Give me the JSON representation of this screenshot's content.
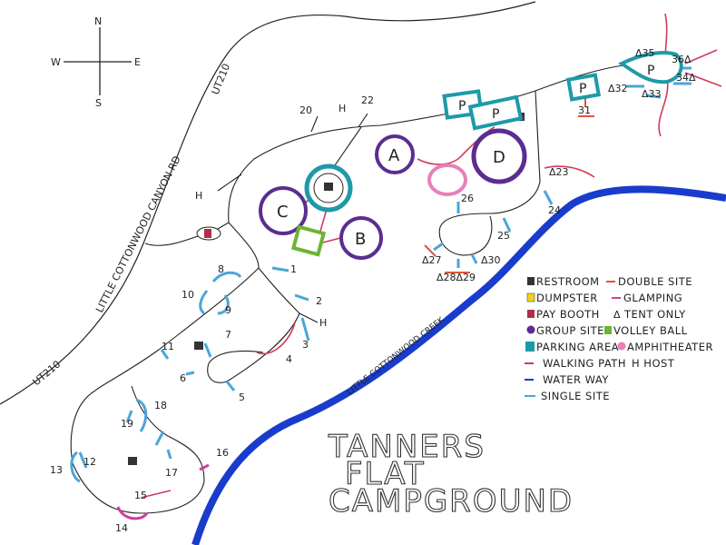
{
  "title": {
    "line1": "TANNERS",
    "line2": "FLAT",
    "line3": "CAMPGROUND"
  },
  "compass": {
    "n": "N",
    "s": "S",
    "e": "E",
    "w": "W"
  },
  "roads": {
    "ut210_bottom": "UT210",
    "ut210_top": "UT210",
    "canyon_rd": "LITTLE COTTONWOOD CANYON RD"
  },
  "creek": "LITTLE COTTONWOOD CREEK",
  "group_sites": [
    "A",
    "B",
    "C",
    "D"
  ],
  "parking_label": "P",
  "host_label": "H",
  "sites": [
    "1",
    "2",
    "3",
    "4",
    "5",
    "6",
    "7",
    "8",
    "9",
    "10",
    "11",
    "12",
    "13",
    "14",
    "15",
    "16",
    "17",
    "18",
    "19",
    "20",
    "22",
    "Δ23",
    "24",
    "25",
    "26",
    "Δ27",
    "Δ28Δ29",
    "Δ30",
    "31",
    "Δ32",
    "Δ33",
    "34Δ",
    "Δ35",
    "36Δ"
  ],
  "legend": [
    {
      "label": "RESTROOM",
      "color": "#333333",
      "icon": "restroom-square"
    },
    {
      "label": "DOUBLE SITE",
      "color": "#e0553a",
      "icon": "line"
    },
    {
      "label": "DUMPSTER",
      "color": "#f2d21b",
      "icon": "dumpster-square"
    },
    {
      "label": "GLAMPING",
      "color": "#d23ca0",
      "icon": "line"
    },
    {
      "label": "PAY BOOTH",
      "color": "#b0304a",
      "icon": "pay-booth-square"
    },
    {
      "label": "TENT ONLY",
      "color": "#333333",
      "icon": "tent-triangle"
    },
    {
      "label": "GROUP SITE",
      "color": "#5b2d91",
      "icon": "group-circle"
    },
    {
      "label": "VOLLEY BALL",
      "color": "#6ab534",
      "icon": "volleyball-square"
    },
    {
      "label": "PARKING AREA",
      "color": "#1d9aa8",
      "icon": "parking-square"
    },
    {
      "label": "AMPHITHEATER",
      "color": "#e680b8",
      "icon": "amphitheater-circle"
    },
    {
      "label": "WALKING PATH",
      "color": "#d23a5a",
      "icon": "line"
    },
    {
      "label": "H HOST",
      "color": "#333333",
      "icon": "none"
    },
    {
      "label": "WATER WAY",
      "color": "#1a3ccc",
      "icon": "line"
    },
    {
      "label": "SINGLE SITE",
      "color": "#4aa6d8",
      "icon": "line"
    }
  ]
}
